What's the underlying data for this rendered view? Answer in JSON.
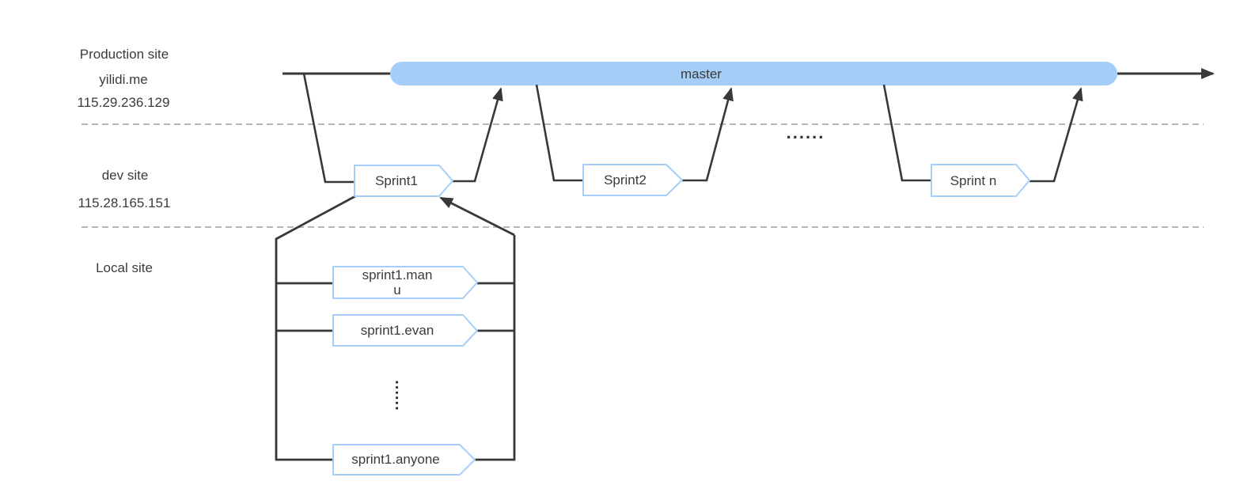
{
  "colors": {
    "branch_fill": "#A4CEF8",
    "shape_stroke": "#A7CEF8",
    "line": "#383838",
    "separator": "#9d9d9d",
    "text": "#3b3b3b"
  },
  "lanes": {
    "production": {
      "label": "Production site",
      "domain": "yilidi.me",
      "ip": "115.29.236.129"
    },
    "dev": {
      "label": "dev site",
      "ip": "115.28.165.151"
    },
    "local": {
      "label": "Local site"
    }
  },
  "master": {
    "label": "master"
  },
  "sprints": [
    {
      "label": "Sprint1"
    },
    {
      "label": "Sprint2"
    },
    {
      "label": "Sprint n"
    }
  ],
  "ellipsis_horizontal": "......",
  "ellipsis_vertical": "......",
  "local_branches": {
    "manu": {
      "line1": "sprint1.man",
      "line2": "u"
    },
    "evan": {
      "label": "sprint1.evan"
    },
    "anyone": {
      "label": "sprint1.anyone"
    }
  }
}
